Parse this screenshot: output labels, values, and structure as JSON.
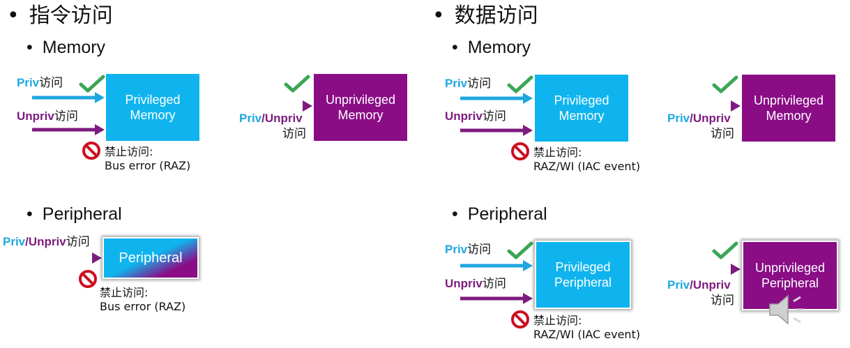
{
  "left": {
    "title": "指令访问",
    "memory": {
      "heading": "Memory",
      "priv_label": "Priv",
      "unpriv_label": "Unpriv",
      "access_suffix": "访问",
      "slash": "/",
      "box_priv": [
        "Privileged",
        "Memory"
      ],
      "box_unpriv": [
        "Unprivileged",
        "Memory"
      ],
      "deny_title": "禁止访问:",
      "deny_detail": "Bus error (RAZ)"
    },
    "peripheral": {
      "heading": "Peripheral",
      "box": "Peripheral",
      "deny_title": "禁止访问:",
      "deny_detail": "Bus error (RAZ)"
    }
  },
  "right": {
    "title": "数据访问",
    "memory": {
      "heading": "Memory",
      "box_priv": [
        "Privileged",
        "Memory"
      ],
      "box_unpriv": [
        "Unprivileged",
        "Memory"
      ],
      "deny_title": "禁止访问:",
      "deny_detail": "RAZ/WI (IAC event)"
    },
    "peripheral": {
      "heading": "Peripheral",
      "box_priv": [
        "Privileged",
        "Peripheral"
      ],
      "box_unpriv": [
        "Unprivileged",
        "Peripheral"
      ],
      "deny_title": "禁止访问:",
      "deny_detail": "RAZ/WI (IAC event)"
    }
  },
  "bullet_char": "•",
  "colors": {
    "priv": "#1ea7e0",
    "unpriv": "#7d1b7e",
    "check": "#3aa655",
    "deny": "#cc0f1f"
  },
  "icons": [
    "check-icon",
    "no-entry-icon",
    "speaker-icon"
  ]
}
